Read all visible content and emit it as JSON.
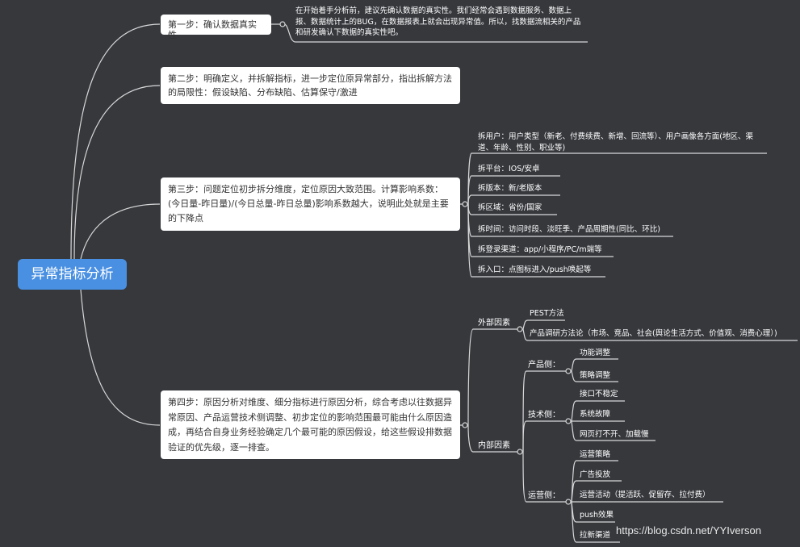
{
  "root": {
    "label": "异常指标分析"
  },
  "steps": [
    {
      "label": "第一步：确认数据真实性"
    },
    {
      "label": "第二步：明确定义，并拆解指标，进一步定位原异常部分，指出拆解方法的局限性：假设缺陷、分布缺陷、估算保守/激进"
    },
    {
      "label": "第三步：问题定位初步拆分维度，定位原因大致范围。计算影响系数：(今日量-昨日量)/(今日总量-昨日总量)影响系数越大，说明此处就是主要的下降点"
    },
    {
      "label": "第四步：原因分析对维度、细分指标进行原因分析，综合考虑以往数据异常原因、产品运营技术侧调整、初步定位的影响范围最可能由什么原因造成，再结合自身业务经验确定几个最可能的原因假设，给这些假设排数据验证的优先级，逐一排查。"
    }
  ],
  "step1_note": "在开始着手分析前，建议先确认数据的真实性。我们经常会遇到数据服务、数据上报、数据统计上的BUG，在数据报表上就会出现异常值。所以，找数据流相关的产品和研发确认下数据的真实性吧。",
  "step3_items": [
    {
      "label": "拆用户：用户类型（新老、付费续费、新增、回流等）、用户画像各方面(地区、渠道、年龄、性别、职业等)"
    },
    {
      "label": "拆平台：IOS/安卓"
    },
    {
      "label": "拆版本：新/老版本"
    },
    {
      "label": "拆区域：省份/国家"
    },
    {
      "label": "拆时间：访问时段、淡旺季、产品周期性(同比、环比)"
    },
    {
      "label": "拆登录渠道：app/小程序/PC/m端等"
    },
    {
      "label": "拆入口：点图标进入/push唤起等"
    }
  ],
  "step4": {
    "external": {
      "label": "外部因素",
      "items": [
        {
          "label": "PEST方法"
        },
        {
          "label": "产品调研方法论（市场、竞品、社会(舆论生活方式、价值观、消费心理）)"
        }
      ]
    },
    "internal": {
      "label": "内部因素",
      "groups": [
        {
          "label": "产品侧：",
          "items": [
            {
              "label": "功能调整"
            },
            {
              "label": "策略调整"
            }
          ]
        },
        {
          "label": "技术侧：",
          "items": [
            {
              "label": "接口不稳定"
            },
            {
              "label": "系统故障"
            },
            {
              "label": "网页打不开、加载慢"
            }
          ]
        },
        {
          "label": "运营侧：",
          "items": [
            {
              "label": "运营策略"
            },
            {
              "label": "广告投放"
            },
            {
              "label": "运营活动（提活跃、促留存、拉付费）"
            },
            {
              "label": "push效果"
            },
            {
              "label": "拉新渠道"
            }
          ]
        }
      ]
    }
  },
  "watermark": "https://blog.csdn.net/YYIverson",
  "colors": {
    "background": "#36383c",
    "root": "#4a90e2",
    "line": "#e0e0e0",
    "node_box": "#ffffff"
  }
}
